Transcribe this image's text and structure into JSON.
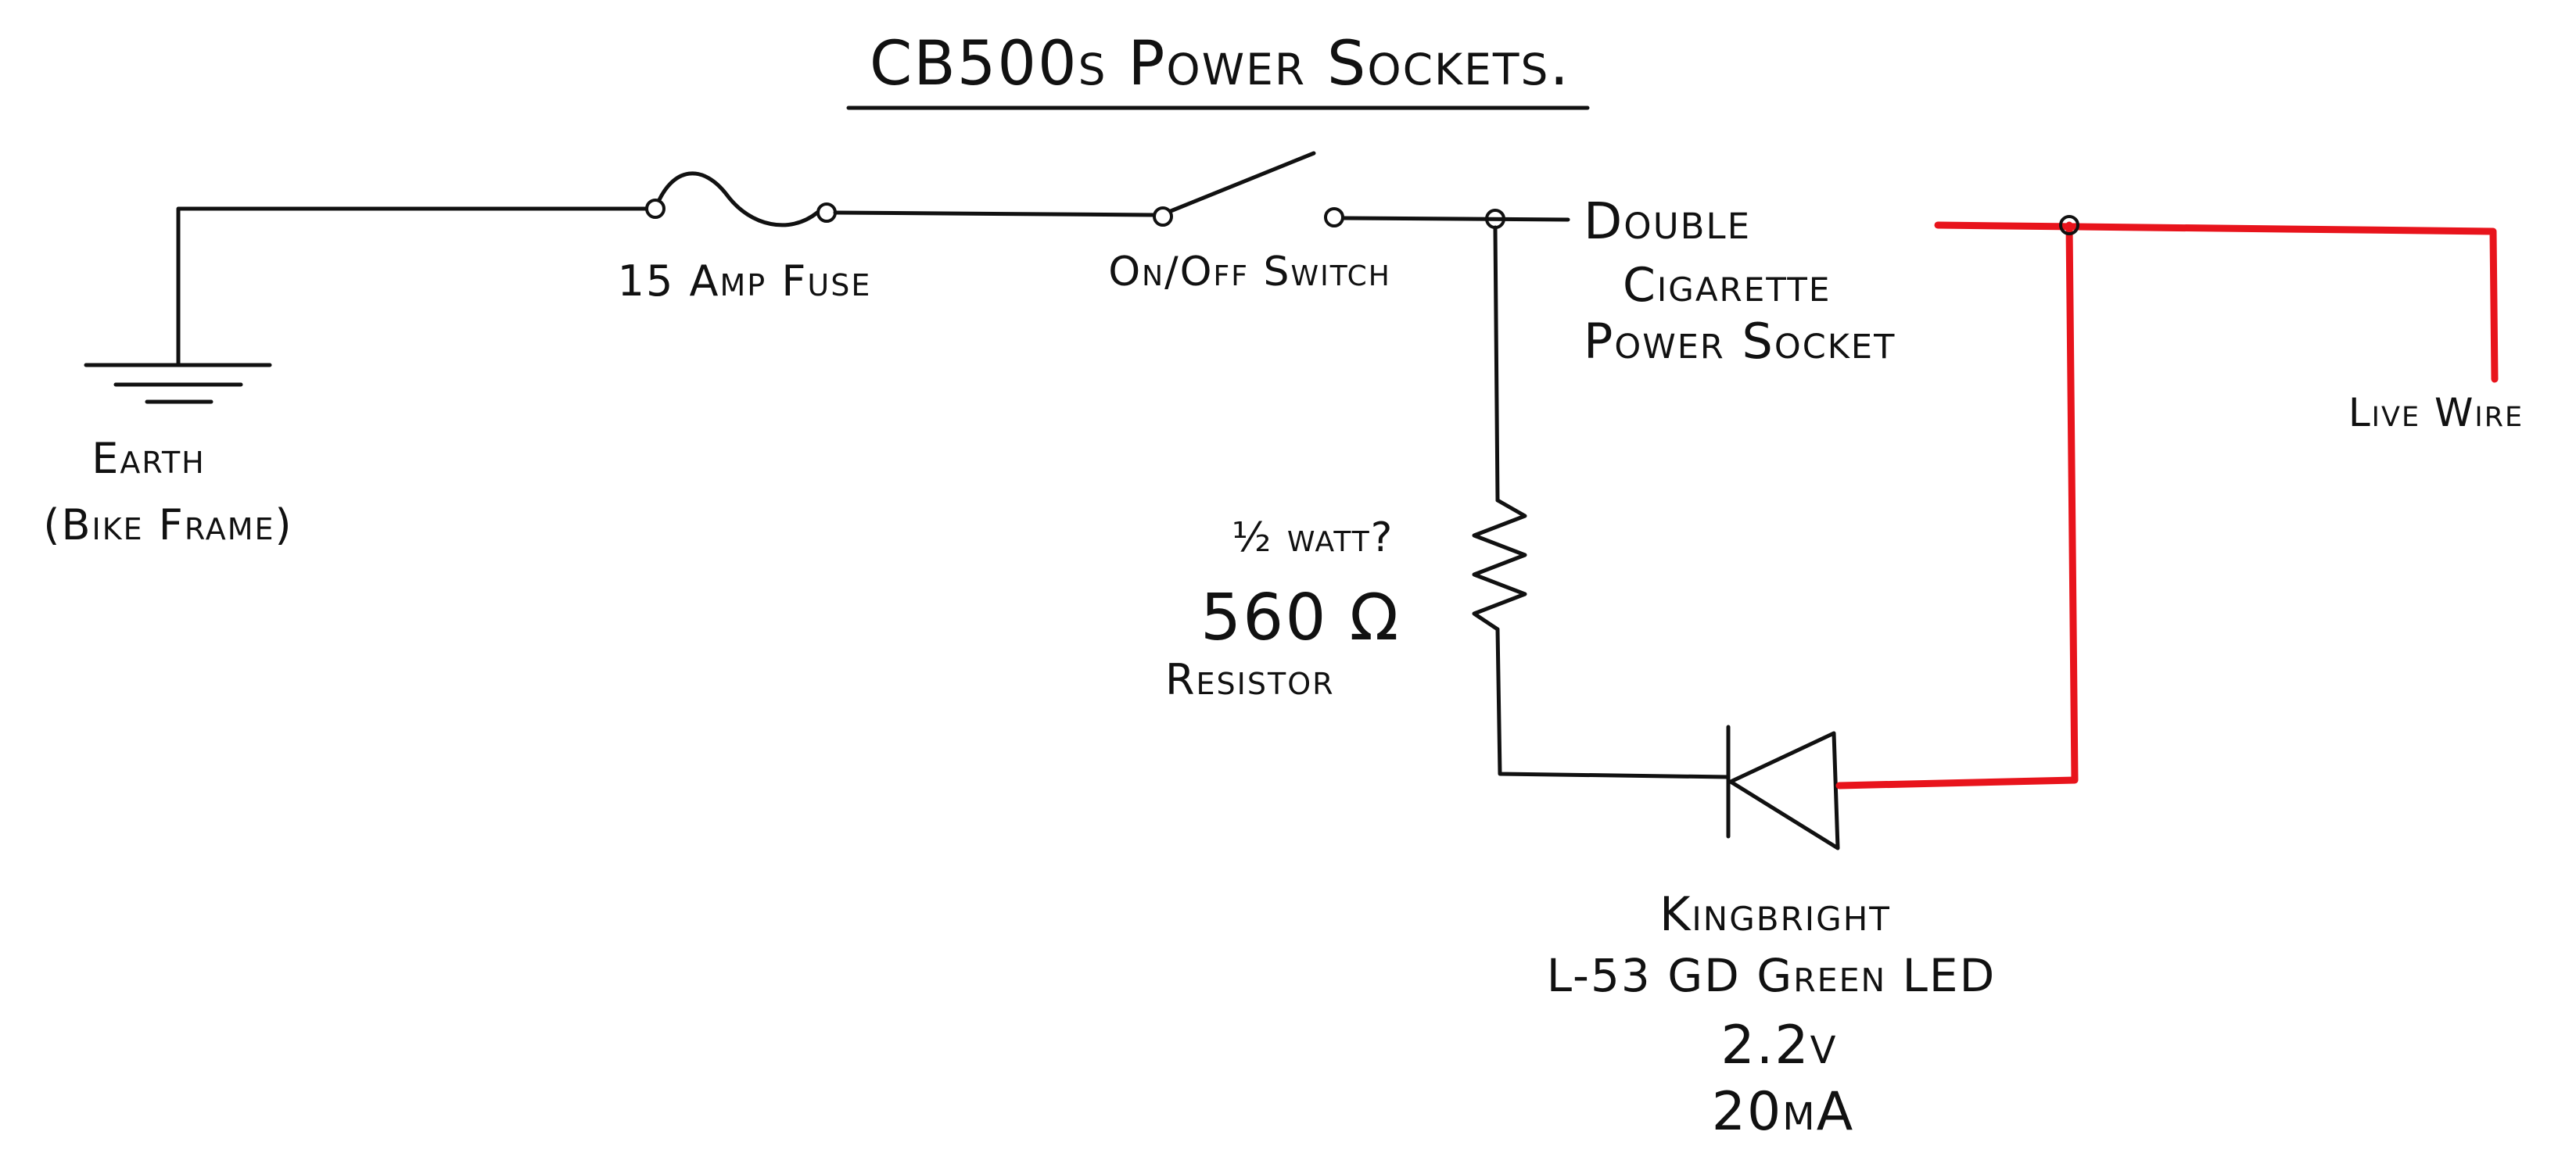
{
  "colors": {
    "ink": "#111111",
    "live": "#e8141c",
    "background": "#ffffff"
  },
  "title": "CB500s Power Sockets.",
  "components": {
    "earth": {
      "symbol": "ground-icon",
      "label_line1": "Earth",
      "label_line2": "(Bike Frame)"
    },
    "fuse": {
      "symbol": "fuse-icon",
      "label": "15 Amp Fuse"
    },
    "switch": {
      "symbol": "switch-icon",
      "label": "On/Off Switch"
    },
    "socket": {
      "label_line1": "Double",
      "label_line2": "Cigarette",
      "label_line3": "Power Socket"
    },
    "resistor": {
      "symbol": "resistor-icon",
      "power": "½ watt?",
      "value": "560 Ω",
      "label": "Resistor"
    },
    "led": {
      "symbol": "led-diode-icon",
      "label_line1": "Kingbright",
      "label_line2": "L-53 GD Green LED",
      "label_line3": "2.2v",
      "label_line4": "20mA"
    },
    "live": {
      "label": "Live Wire"
    }
  }
}
